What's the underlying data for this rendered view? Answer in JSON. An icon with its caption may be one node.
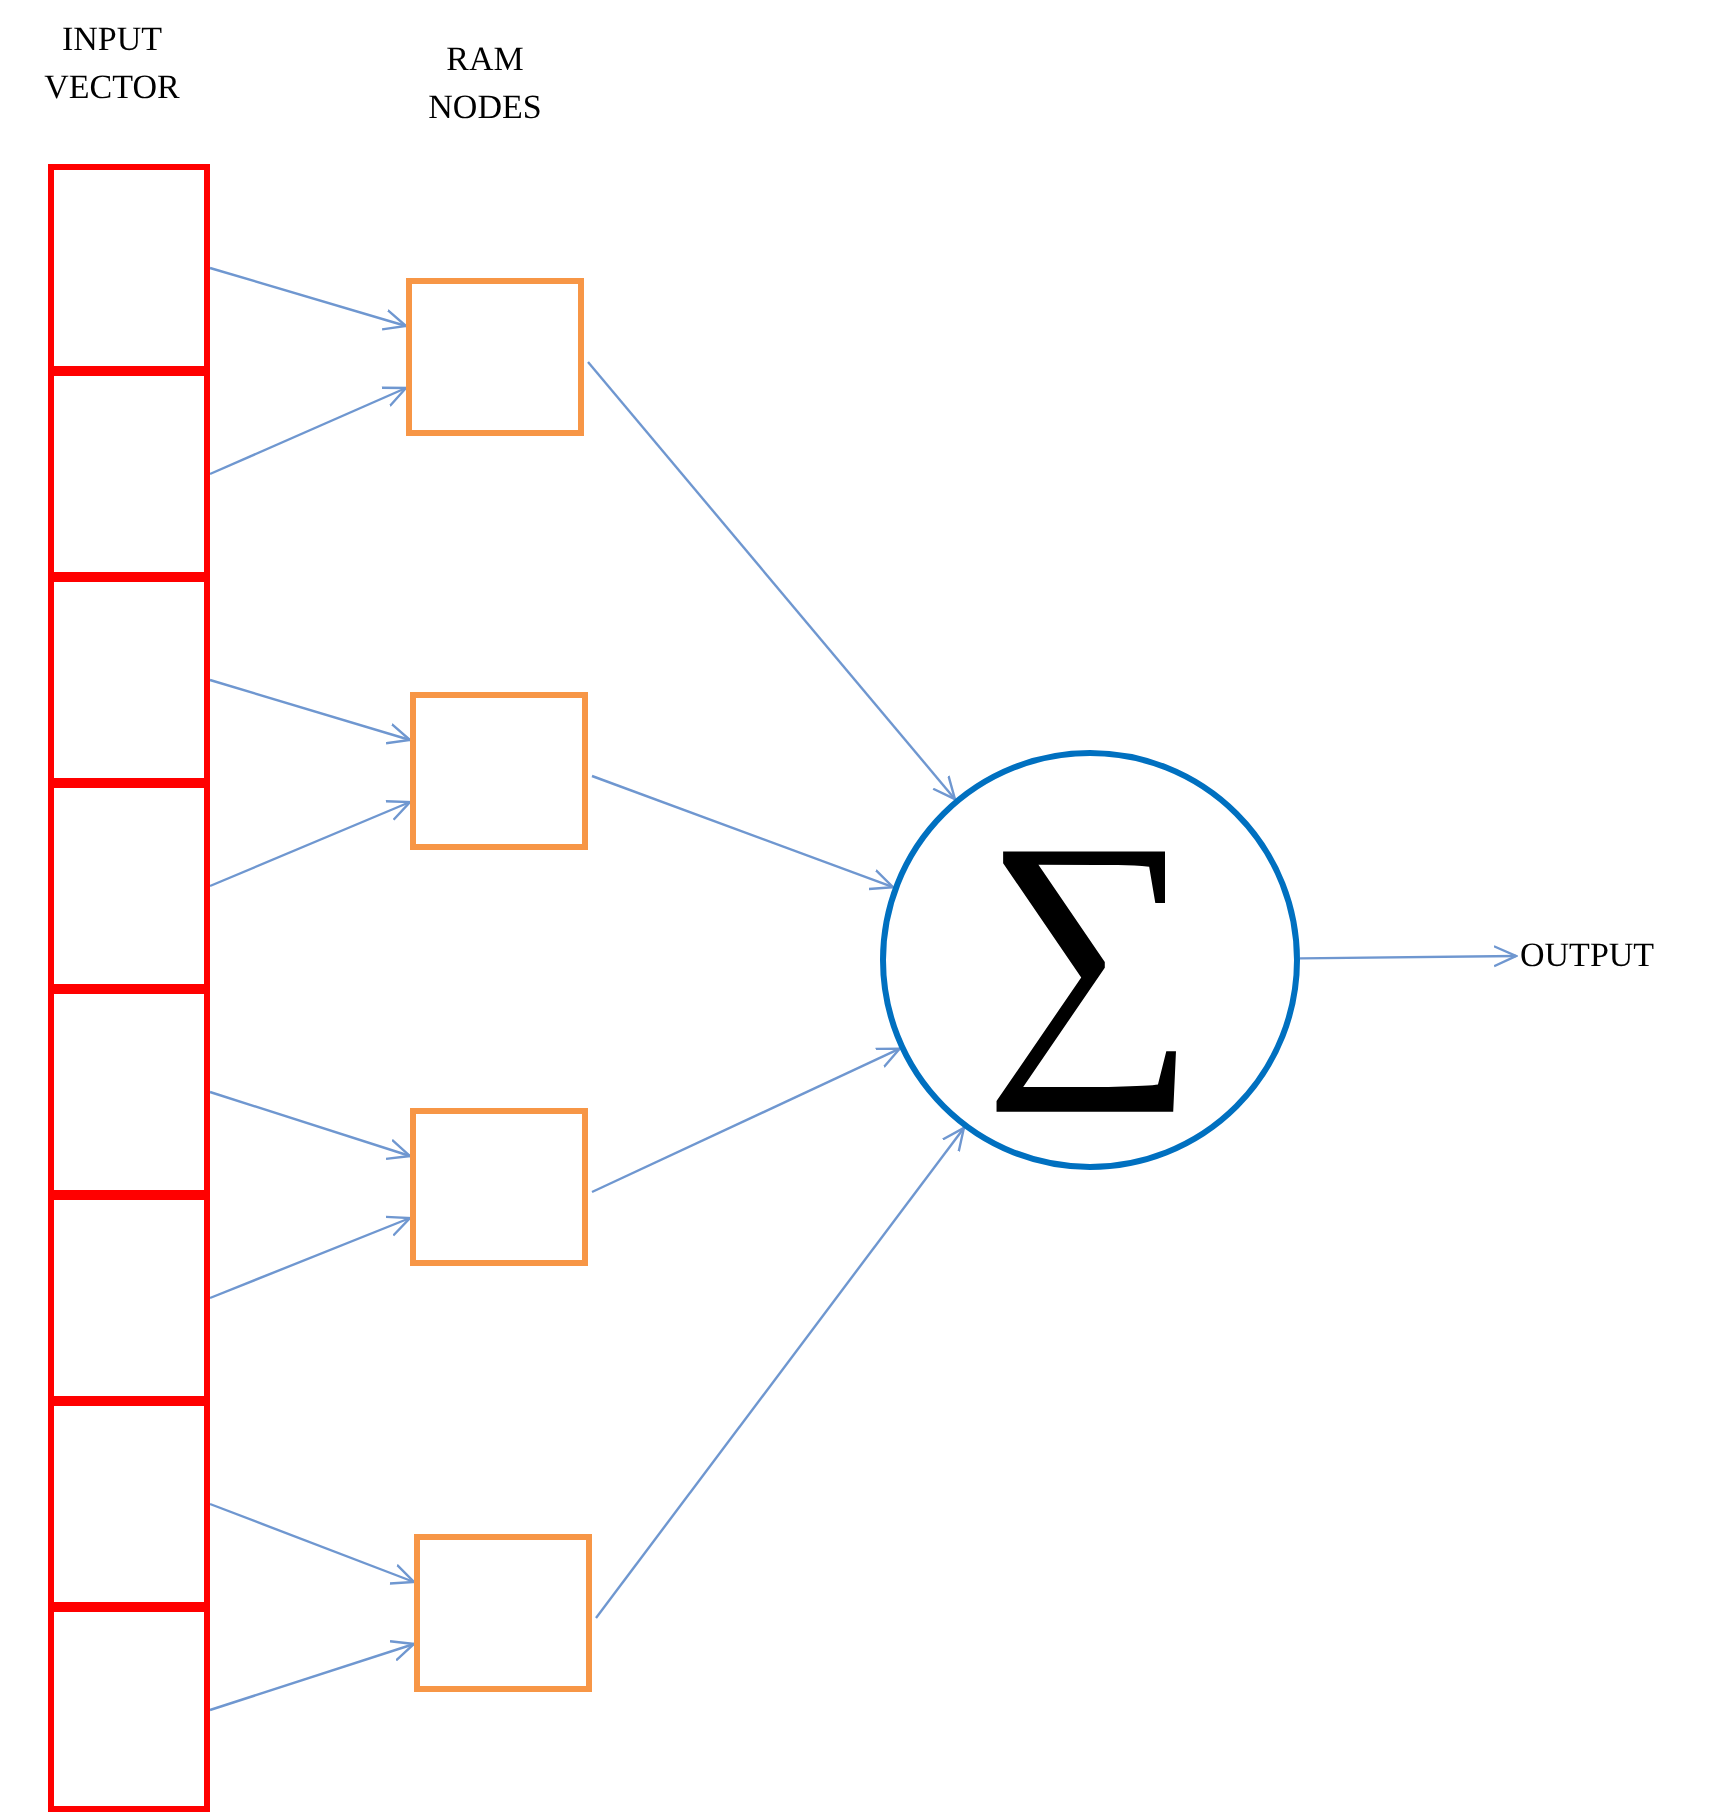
{
  "diagram": {
    "nodes": [
      {
        "text": [],
        "shape": "box"
      },
      {
        "text": [],
        "shape": "box"
      },
      {
        "text": [],
        "shape": "box"
      },
      {
        "text": [],
        "shape": "box"
      },
      {
        "text": [],
        "shape": "box"
      },
      {
        "text": [],
        "shape": "box"
      },
      {
        "text": [],
        "shape": "box"
      },
      {
        "text": [],
        "shape": "box"
      },
      {
        "text": [],
        "shape": "box"
      },
      {
        "text": [],
        "shape": "box"
      },
      {
        "text": [],
        "shape": "box"
      },
      {
        "text": [],
        "shape": "box"
      },
      {
        "text": [
          "∑"
        ]
      },
      {
        "text": [
          "OUTPUT"
        ]
      }
    ],
    "edges": [
      {
        "from": 0,
        "to": 8,
        "arrow": "to"
      },
      {
        "from": 1,
        "to": 8,
        "arrow": "to"
      },
      {
        "from": 2,
        "to": 9,
        "arrow": "to"
      },
      {
        "from": 3,
        "to": 9,
        "arrow": "to"
      },
      {
        "from": 4,
        "to": 10,
        "arrow": "to"
      },
      {
        "from": 5,
        "to": 10,
        "arrow": "to"
      },
      {
        "from": 6,
        "to": 11,
        "arrow": "to"
      },
      {
        "from": 7,
        "to": 11,
        "arrow": "to"
      },
      {
        "from": 8,
        "to": 12,
        "arrow": "to"
      },
      {
        "from": 9,
        "to": 12,
        "arrow": "to"
      },
      {
        "from": 10,
        "to": 12,
        "arrow": "to"
      },
      {
        "from": 11,
        "to": 12,
        "arrow": "to"
      },
      {
        "from": 12,
        "to": 13,
        "arrow": "to"
      }
    ],
    "labels": [
      "INPUT VECTOR",
      "RAM NODES"
    ]
  }
}
